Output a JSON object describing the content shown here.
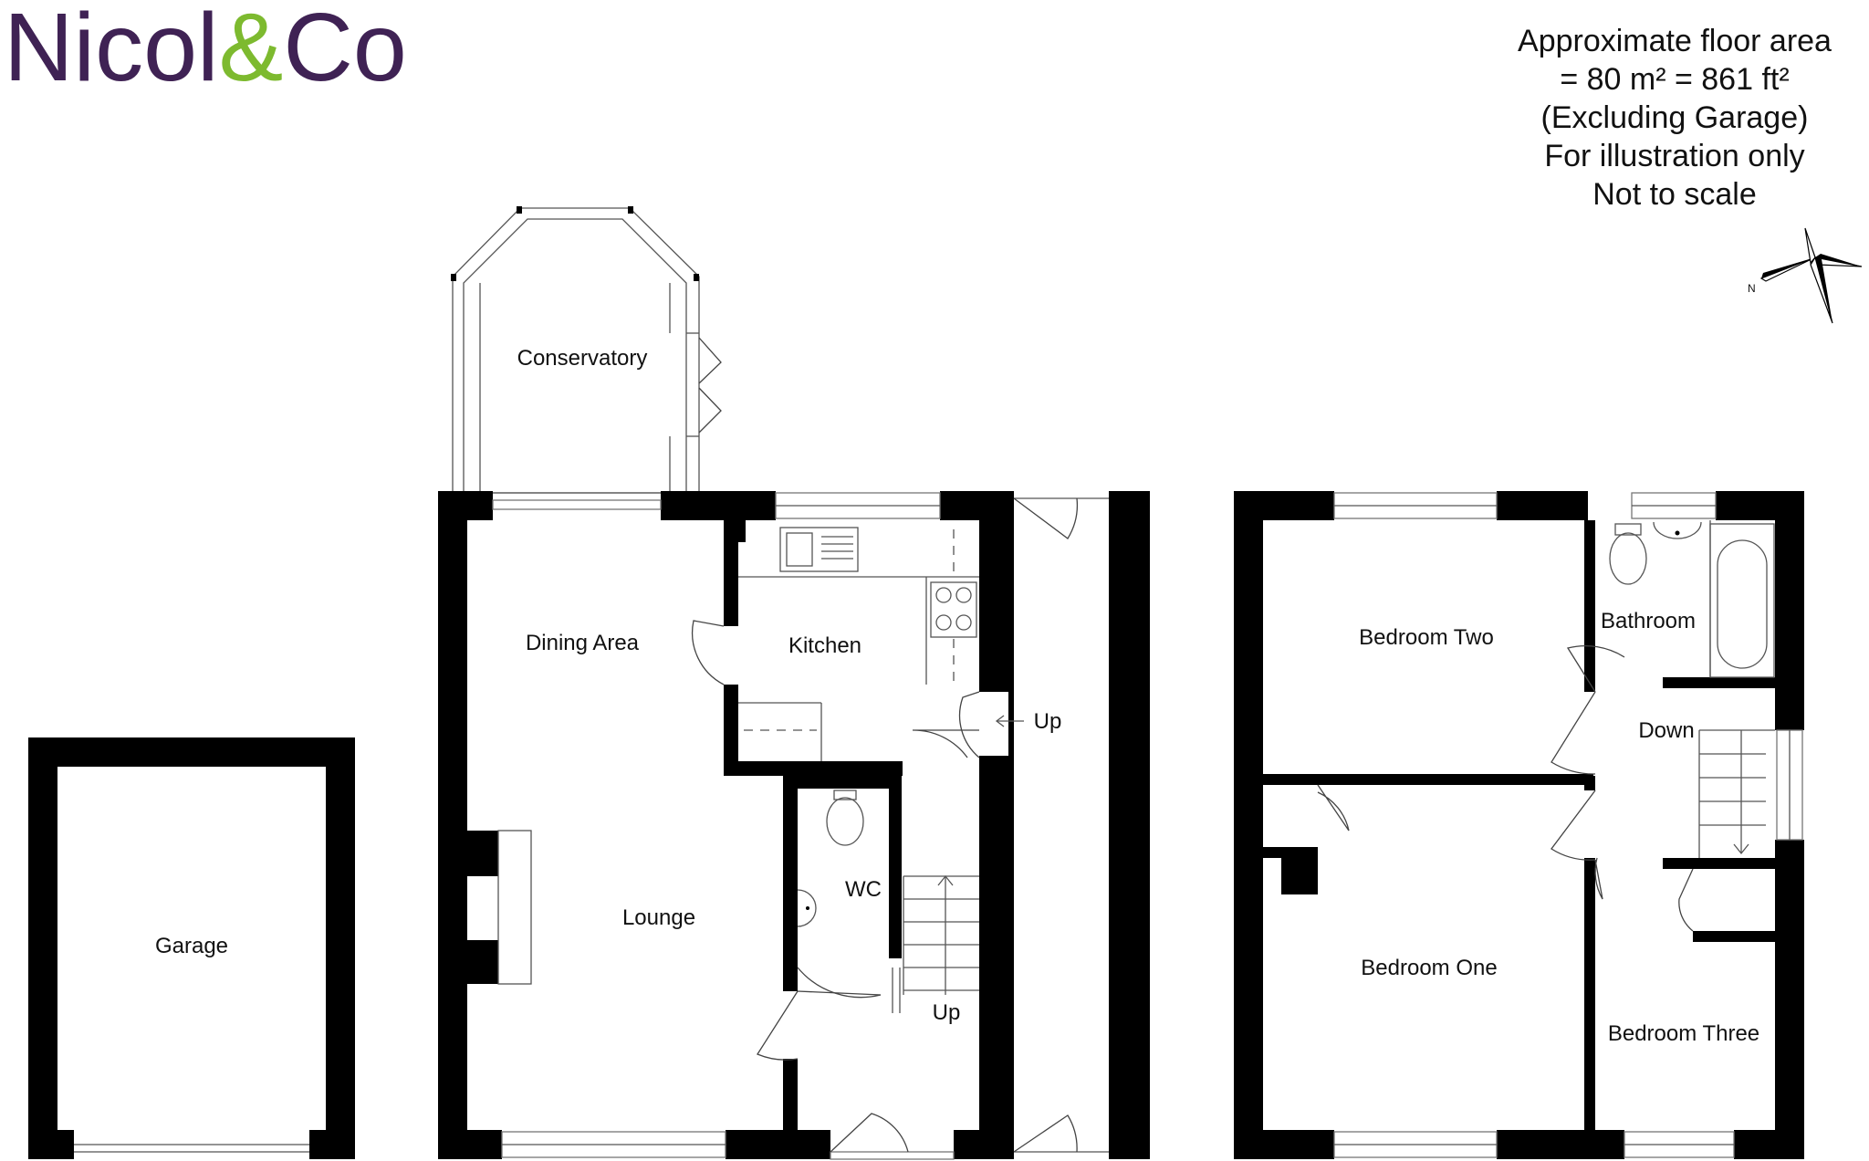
{
  "brand": {
    "name_part1": "Nicol",
    "ampersand": "&",
    "name_part2": "Co",
    "primary_color": "#3f2254",
    "accent_color": "#7dba2f"
  },
  "info": {
    "line1": "Approximate floor area",
    "line2": "=  80 m²  =   861 ft²",
    "line3": "(Excluding Garage)",
    "line4": "For illustration only",
    "line5": "Not to scale"
  },
  "compass": {
    "label": "N"
  },
  "rooms": {
    "conservatory": "Conservatory",
    "dining_area": "Dining Area",
    "kitchen": "Kitchen",
    "lounge": "Lounge",
    "wc": "WC",
    "stairs_up_ground": "Up",
    "side_passage_up": "Up",
    "garage": "Garage",
    "bedroom_two": "Bedroom Two",
    "bathroom": "Bathroom",
    "landing_down": "Down",
    "bedroom_one": "Bedroom One",
    "bedroom_three": "Bedroom Three"
  }
}
